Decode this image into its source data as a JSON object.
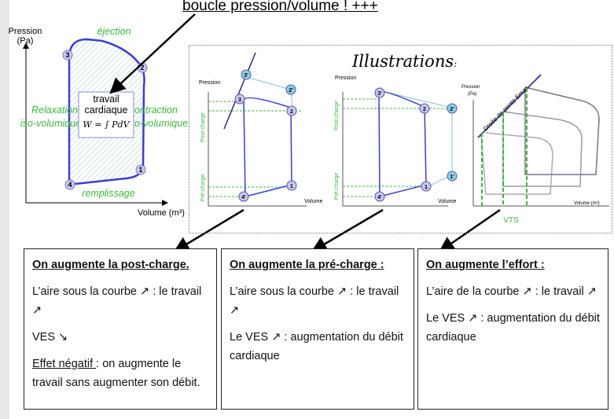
{
  "title": "boucle pression/volume ! +++",
  "left_diagram": {
    "y_label_1": "Pression",
    "y_label_2": "(Pa)",
    "x_label": "Volume (m³)",
    "ejection": "éjection",
    "remplissage": "remplissage",
    "relaxation_1": "Relaxation",
    "relaxation_2": "iso-volumique",
    "contraction_1": "Contraction",
    "contraction_2": "iso-volumique",
    "work_1": "travail",
    "work_2": "cardiaque",
    "work_formula": "W = ∫ PdV",
    "points": [
      "1",
      "2",
      "3",
      "4"
    ]
  },
  "illustrations": {
    "title": "Illustrations",
    "colon": ":",
    "chart1": {
      "ylabel": "Pression",
      "xlabel": "Volume",
      "post": "Post-charge",
      "pre": "Pré-charge",
      "points": [
        "1",
        "2",
        "3",
        "4'",
        "2'",
        "3'"
      ]
    },
    "chart2": {
      "ylabel": "Pression",
      "xlabel": "Volume",
      "post": "Post-charge",
      "pre": "Pré-charge",
      "points": [
        "1",
        "2",
        "3'",
        "4'",
        "1'",
        "2'"
      ]
    },
    "chart3": {
      "ylabel_1": "Pression",
      "ylabel_2": "(Pa)",
      "xlabel": "Volume (m³)",
      "line_label": "Droite de pente Emax",
      "vts": "VTS"
    }
  },
  "boxes": [
    {
      "heading": "On augmente la post-charge.",
      "p1": "L’aire sous la courbe ↗ : le travail ↗",
      "p2": "VES ↘",
      "p3_u": "Effet négatif ",
      "p3": ": on augmente le travail sans augmenter son débit."
    },
    {
      "heading": "On augmente la pré-charge :",
      "p1": "L’aire sous la courbe ↗ : le travail ↗",
      "p2": "Le VES ↗ : augmentation du débit cardiaque"
    },
    {
      "heading": "On augmente l’effort :",
      "p1": "L’aire de la courbe ↗ : le travail ↗",
      "p2": "Le VES ↗ : augmentation du débit cardiaque"
    }
  ],
  "colors": {
    "loop": "#3a3fd0",
    "green": "#3cb83c",
    "point_fill": "#c8c8f0",
    "point_fill_alt": "#8fd0e8"
  }
}
